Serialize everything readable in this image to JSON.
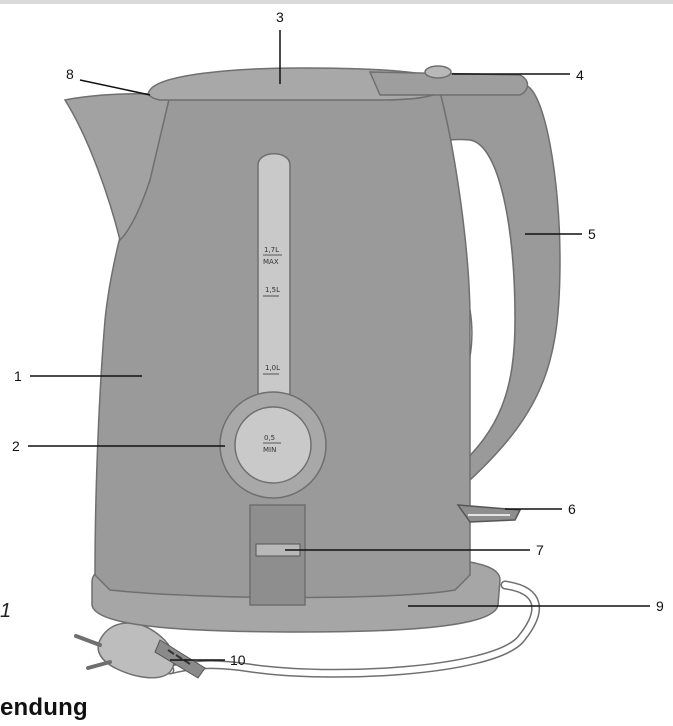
{
  "callouts": {
    "c1": "1",
    "c2": "2",
    "c3": "3",
    "c4": "4",
    "c5": "5",
    "c6": "6",
    "c7": "7",
    "c8": "8",
    "c9": "9",
    "c10": "10"
  },
  "water_scale": {
    "max_value": "1,7L",
    "max_word": "MAX",
    "mark_15": "1,5L",
    "mark_10": "1,0L",
    "min_value": "0,5",
    "min_word": "MIN"
  },
  "figure_label": "1",
  "section_heading": "endung",
  "colors": {
    "body": "#9a9a9a",
    "body_dark": "#8a8a8a",
    "window": "#c9c9c9",
    "outline": "#6f6f6f",
    "cord": "#ffffff"
  }
}
